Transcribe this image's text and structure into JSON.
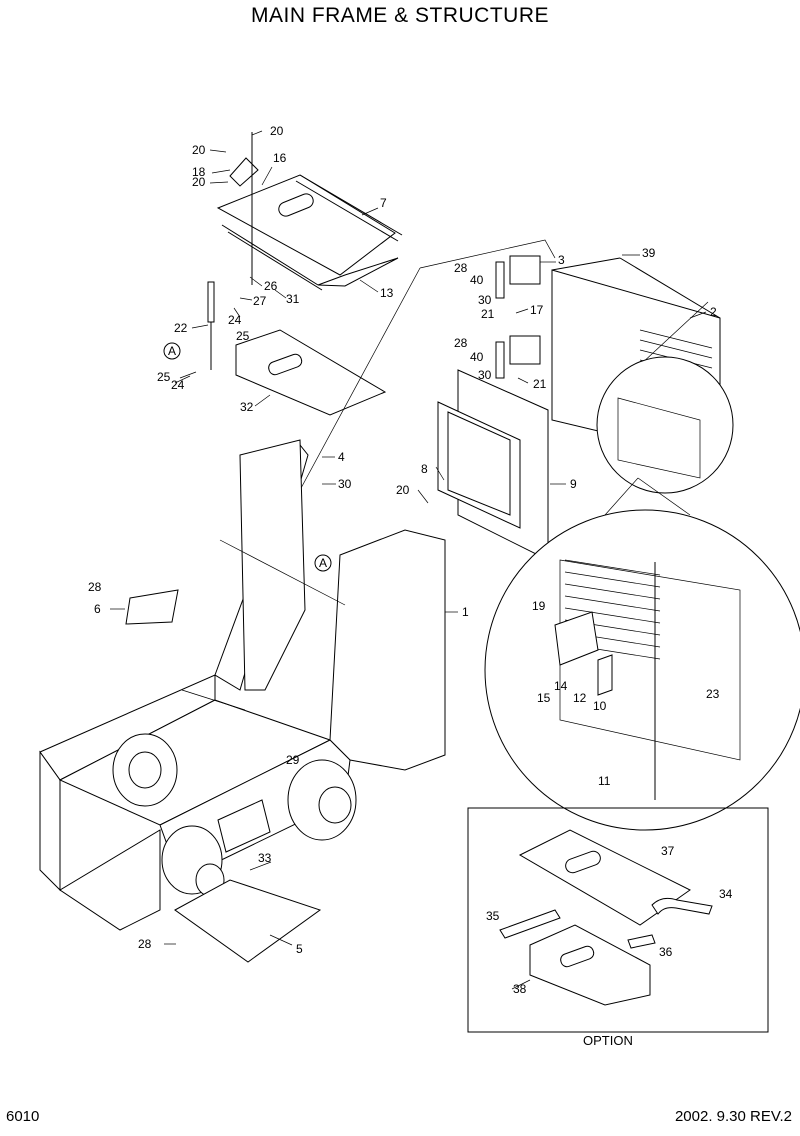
{
  "title": "MAIN FRAME & STRUCTURE",
  "page_code": "6010",
  "date_rev": "2002. 9.30  REV.2",
  "option_label": "OPTION",
  "section_marker": "A",
  "callouts": [
    "20",
    "20",
    "20",
    "18",
    "16",
    "7",
    "13",
    "26",
    "27",
    "31",
    "24",
    "25",
    "22",
    "25",
    "24",
    "32",
    "4",
    "30",
    "28",
    "40",
    "3",
    "39",
    "2",
    "30",
    "21",
    "17",
    "28",
    "40",
    "30",
    "21",
    "8",
    "9",
    "20",
    "28",
    "6",
    "1",
    "19",
    "23",
    "14",
    "12",
    "10",
    "15",
    "11",
    "29",
    "33",
    "28",
    "5",
    "37",
    "34",
    "35",
    "36",
    "38"
  ]
}
